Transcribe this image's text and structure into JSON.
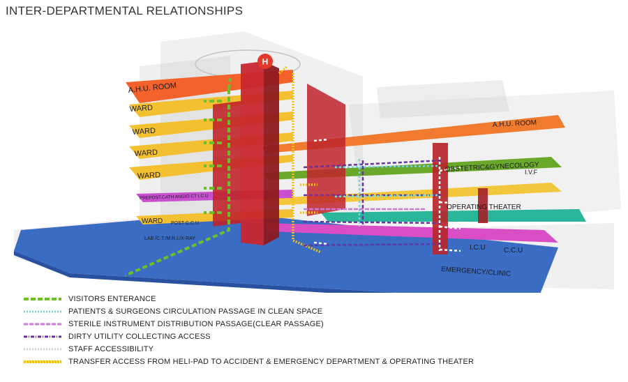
{
  "title": "INTER-DEPARTMENTAL RELATIONSHIPS",
  "colors": {
    "visitors": "#6dbe2a",
    "patients": "#7fd3d8",
    "sterile": "#c97ad8",
    "dirty": "#6b2fa6",
    "staff": "#d7d7d7",
    "transfer": "#f2c318"
  },
  "left_block_labels": [
    "A.H.U. ROOM",
    "WARD",
    "WARD",
    "WARD",
    "WARD",
    "PREPOST.CATH ANGIO CT I.C.U",
    "WARD",
    "POST C.C.U",
    "LAB /C.T./M.R.I./X-RAY"
  ],
  "right_block_labels": [
    "A.H.U. ROOM",
    "OBSTETRIC&GYNECOLOGY",
    "I.V.F",
    "OPERATING THEATER",
    "I.C.U",
    "C.C.U",
    "EMERGENCY/CLINIC"
  ],
  "legend": [
    {
      "label": "VISITORS ENTERANCE",
      "color": "#6dbe2a"
    },
    {
      "label": "PATIENTS & SURGEONS CIRCULATION PASSAGE IN CLEAN SPACE",
      "color": "#7fd3d8"
    },
    {
      "label": "STERILE INSTRUMENT DISTRIBUTION PASSAGE(CLEAR PASSAGE)",
      "color": "#c97ad8"
    },
    {
      "label": "DIRTY UTILITY COLLECTING ACCESS",
      "color": "#6b2fa6"
    },
    {
      "label": "STAFF ACCESSIBILITY",
      "color": "#d7d7d7"
    },
    {
      "label": "TRANSFER ACCESS FROM HELI-PAD TO ACCIDENT & EMERGENCY DEPARTMENT & OPERATING THEATER",
      "color": "#f2c318"
    }
  ]
}
